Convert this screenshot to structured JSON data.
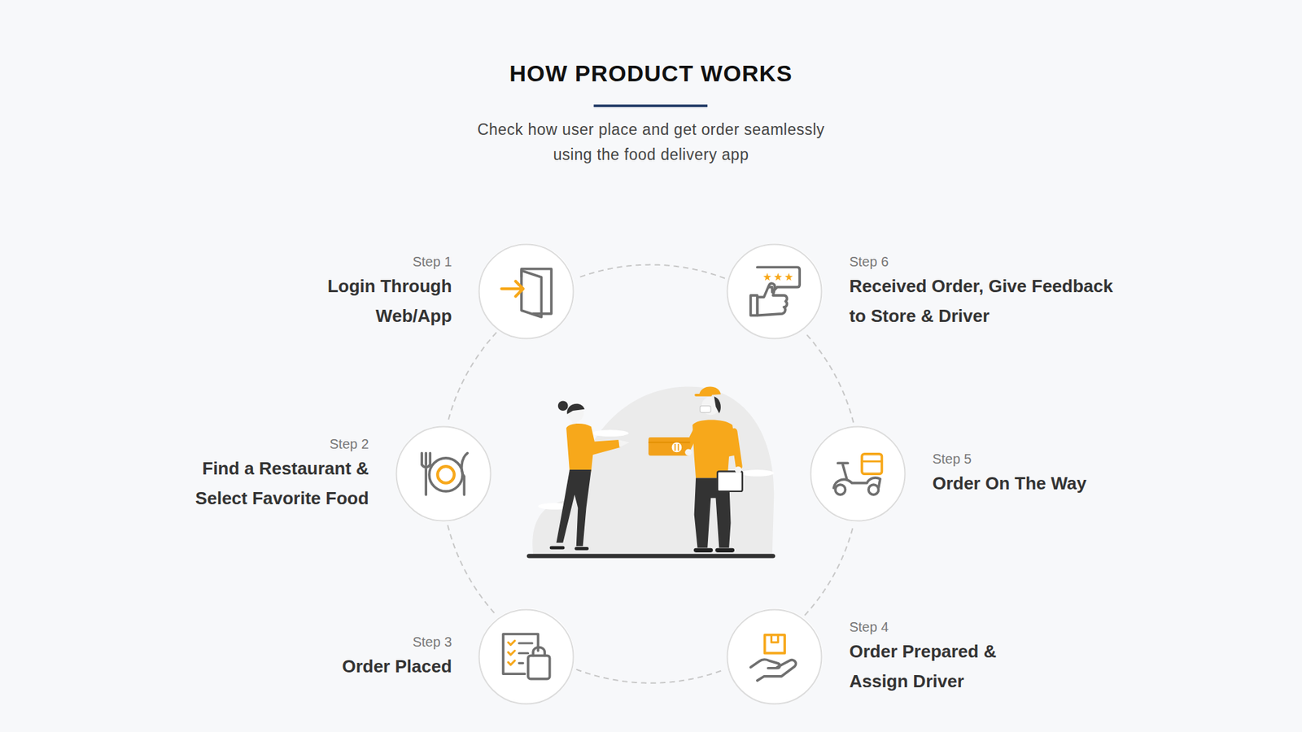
{
  "diagram": {
    "title": "HOW PRODUCT WORKS",
    "nodes": [
      {
        "text": [
          "Step 1",
          "Login Through Web/App"
        ]
      },
      {
        "text": [
          "Step 2",
          "Find a Restaurant & Select Favorite Food"
        ]
      },
      {
        "text": [
          "Step 3",
          "Order Placed"
        ]
      },
      {
        "text": [
          "Step 4",
          "Order Prepared & Assign Driver"
        ]
      },
      {
        "text": [
          "Step 5",
          "Order On The Way"
        ]
      },
      {
        "text": [
          "Step 6",
          "Received Order, Give Feedback to Store & Driver"
        ]
      }
    ],
    "edges": [
      {
        "from": 0,
        "to": 1,
        "arrow": "none"
      },
      {
        "from": 1,
        "to": 2,
        "arrow": "none"
      },
      {
        "from": 2,
        "to": 3,
        "arrow": "none"
      },
      {
        "from": 3,
        "to": 4,
        "arrow": "none"
      },
      {
        "from": 4,
        "to": 5,
        "arrow": "none"
      },
      {
        "from": 5,
        "to": 0,
        "arrow": "none"
      }
    ],
    "labels": [
      "Check how user place and get order seamlessly using the food delivery app"
    ]
  }
}
